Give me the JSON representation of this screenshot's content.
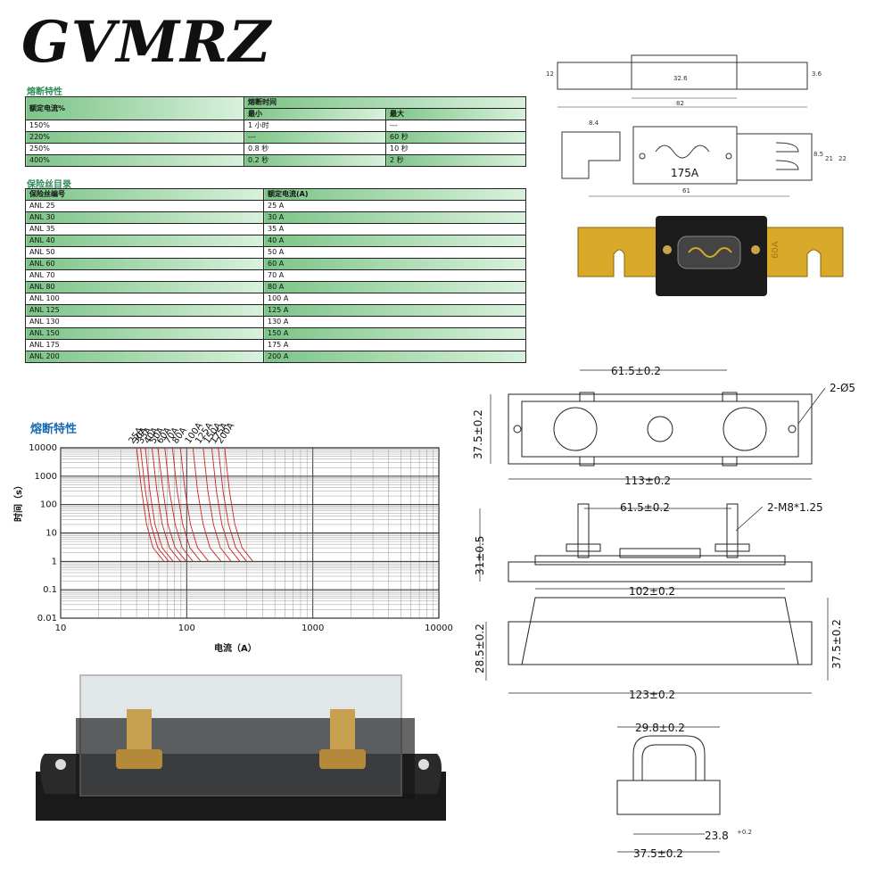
{
  "brand": "GVMRZ",
  "fusing_table": {
    "title": "熔断特性",
    "col1_header": "额定电流%",
    "time_header": "熔断时间",
    "min_header": "最小",
    "max_header": "最大",
    "rows": [
      {
        "pct": "150%",
        "min": "1 小时",
        "max": "---"
      },
      {
        "pct": "220%",
        "min": "---",
        "max": "60 秒"
      },
      {
        "pct": "250%",
        "min": "0.8 秒",
        "max": "10 秒"
      },
      {
        "pct": "400%",
        "min": "0.2 秒",
        "max": "2 秒"
      }
    ]
  },
  "catalog_table": {
    "title": "保险丝目录",
    "col1_header": "保险丝编号",
    "col2_header": "额定电流(A)",
    "rows": [
      {
        "model": "ANL 25",
        "rating": "25 A"
      },
      {
        "model": "ANL 30",
        "rating": "30 A"
      },
      {
        "model": "ANL 35",
        "rating": "35 A"
      },
      {
        "model": "ANL 40",
        "rating": "40 A"
      },
      {
        "model": "ANL 50",
        "rating": "50 A"
      },
      {
        "model": "ANL 60",
        "rating": "60 A"
      },
      {
        "model": "ANL 70",
        "rating": "70 A"
      },
      {
        "model": "ANL 80",
        "rating": "80 A"
      },
      {
        "model": "ANL 100",
        "rating": "100 A"
      },
      {
        "model": "ANL 125",
        "rating": "125 A"
      },
      {
        "model": "ANL 130",
        "rating": "130 A"
      },
      {
        "model": "ANL 150",
        "rating": "150 A"
      },
      {
        "model": "ANL 175",
        "rating": "175 A"
      },
      {
        "model": "ANL 200",
        "rating": "200 A"
      }
    ]
  },
  "fuse_drawing": {
    "top_dims": [
      "32.6",
      "82",
      "12",
      "3.6"
    ],
    "plan_dims": [
      "8.4",
      "61",
      "8.5",
      "21",
      "22"
    ],
    "fuse_label": "175A",
    "photo_label": "60A"
  },
  "chart_data": {
    "type": "line",
    "title": "熔断特性",
    "xlabel": "电流（A）",
    "ylabel": "时间（s）",
    "x_scale": "log",
    "y_scale": "log",
    "xlim": [
      10,
      10000
    ],
    "ylim": [
      0.01,
      10000
    ],
    "x_ticks": [
      "10",
      "100",
      "1000",
      "10000"
    ],
    "y_ticks": [
      "10000",
      "1000",
      "100",
      "10",
      "1",
      "0.1",
      "0.01"
    ],
    "grid": true,
    "curve_color": "#cc2222",
    "series": [
      {
        "name": "25A",
        "x": [
          40,
          44,
          48,
          54,
          66
        ],
        "y": [
          10000,
          300,
          20,
          3,
          1
        ]
      },
      {
        "name": "30A",
        "x": [
          43,
          47,
          52,
          59,
          72
        ],
        "y": [
          10000,
          300,
          20,
          3,
          1
        ]
      },
      {
        "name": "35A",
        "x": [
          47,
          51,
          56,
          64,
          78
        ],
        "y": [
          10000,
          300,
          20,
          3,
          1
        ]
      },
      {
        "name": "40A",
        "x": [
          53,
          58,
          64,
          73,
          89
        ],
        "y": [
          10000,
          300,
          20,
          3,
          1
        ]
      },
      {
        "name": "50A",
        "x": [
          59,
          65,
          71,
          81,
          99
        ],
        "y": [
          10000,
          300,
          20,
          3,
          1
        ]
      },
      {
        "name": "60A",
        "x": [
          67,
          73,
          81,
          92,
          112
        ],
        "y": [
          10000,
          300,
          20,
          3,
          1
        ]
      },
      {
        "name": "70A",
        "x": [
          77,
          84,
          93,
          106,
          129
        ],
        "y": [
          10000,
          300,
          20,
          3,
          1
        ]
      },
      {
        "name": "80A",
        "x": [
          89,
          97,
          107,
          122,
          149
        ],
        "y": [
          10000,
          300,
          20,
          3,
          1
        ]
      },
      {
        "name": "100A",
        "x": [
          112,
          122,
          135,
          153,
          187
        ],
        "y": [
          10000,
          300,
          20,
          3,
          1
        ]
      },
      {
        "name": "125A",
        "x": [
          135,
          147,
          163,
          185,
          225
        ],
        "y": [
          10000,
          300,
          20,
          3,
          1
        ]
      },
      {
        "name": "150A",
        "x": [
          158,
          172,
          190,
          217,
          264
        ],
        "y": [
          10000,
          300,
          20,
          3,
          1
        ]
      },
      {
        "name": "175A",
        "x": [
          178,
          194,
          215,
          245,
          298
        ],
        "y": [
          10000,
          300,
          20,
          3,
          1
        ]
      },
      {
        "name": "200A",
        "x": [
          200,
          218,
          241,
          275,
          335
        ],
        "y": [
          10000,
          300,
          20,
          3,
          1
        ]
      }
    ]
  },
  "holder_drawing": {
    "plan": {
      "center_spacing": "61.5±0.2",
      "overall_length": "113±0.2",
      "height": "37.5±0.2",
      "holes": "2-Ø5"
    },
    "side": {
      "center_spacing": "61.5±0.2",
      "height": "31±0.5",
      "studs": "2-M8*1.25"
    },
    "front": {
      "top_length": "102±0.2",
      "bottom_length": "123±0.2",
      "left_height": "28.5±0.2",
      "right_height": "37.5±0.2"
    },
    "end": {
      "top_width": "29.8±0.2",
      "inner_width": "23.8",
      "inner_tol": "+0.2",
      "bottom_width": "37.5±0.2"
    }
  }
}
